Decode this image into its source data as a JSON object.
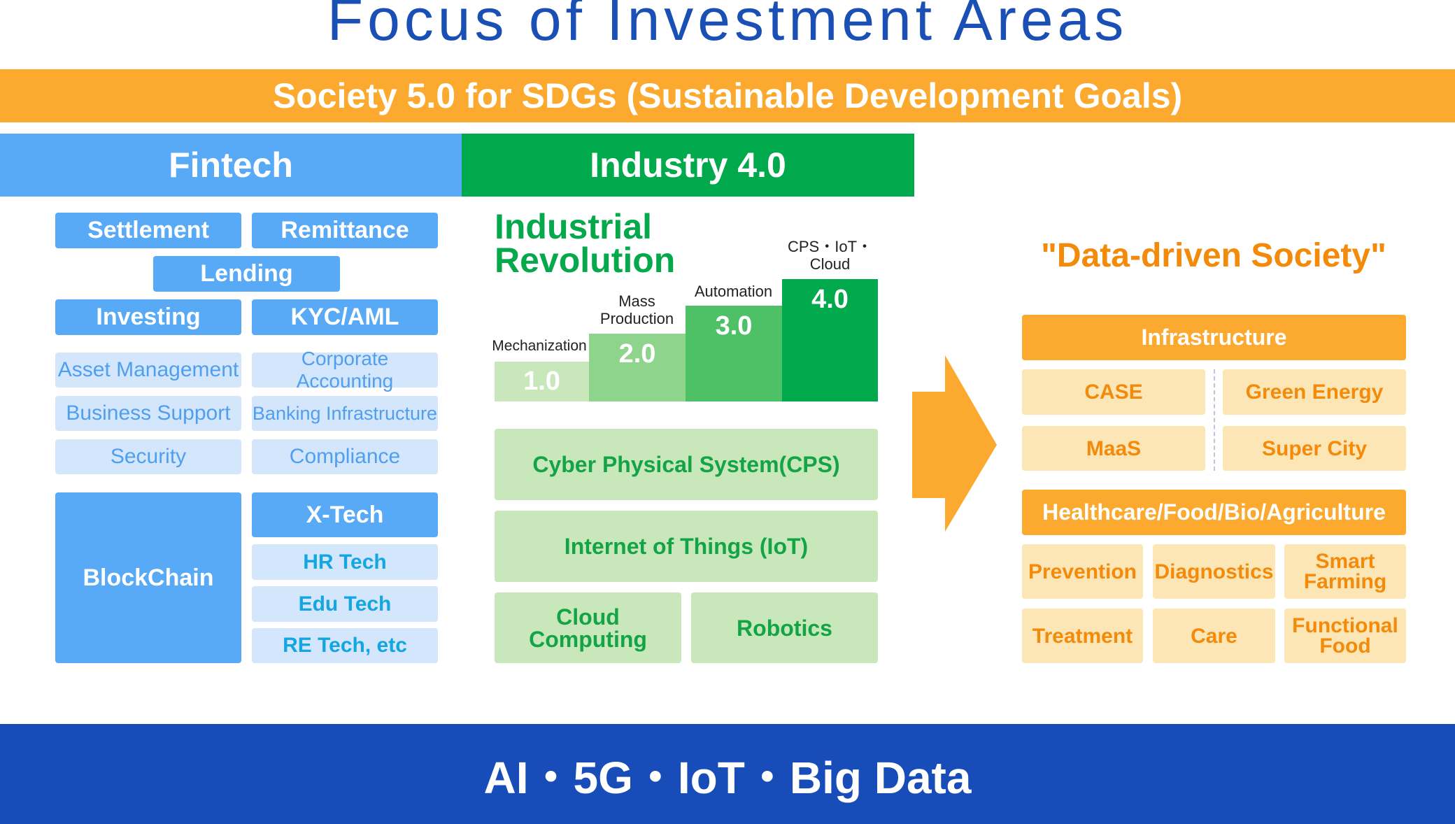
{
  "title": "Focus of Investment Areas",
  "banner": "Society 5.0 for SDGs (Sustainable Development Goals)",
  "fintech": {
    "header": "Fintech",
    "primary": [
      "Settlement",
      "Remittance",
      "Lending",
      "Investing",
      "KYC/AML"
    ],
    "secondary": [
      "Asset Management",
      "Corporate Accounting",
      "Business Support",
      "Banking Infrastructure",
      "Security",
      "Compliance"
    ],
    "blockchain": "BlockChain",
    "xtech": {
      "header": "X-Tech",
      "items": [
        "HR Tech",
        "Edu Tech",
        "RE Tech, etc"
      ]
    }
  },
  "industry": {
    "header": "Industry 4.0",
    "ir_title_line1": "Industrial",
    "ir_title_line2": "Revolution",
    "steps": [
      {
        "label": "Mechanization",
        "value": "1.0",
        "color": "#c8e8bc"
      },
      {
        "label_line1": "Mass",
        "label_line2": "Production",
        "value": "2.0",
        "color": "#8fd48d"
      },
      {
        "label": "Automation",
        "value": "3.0",
        "color": "#4ec167"
      },
      {
        "label_line1": "CPS・IoT・",
        "label_line2": "Cloud",
        "value": "4.0",
        "color": "#00a94b"
      }
    ],
    "cps": "Cyber Physical System(CPS)",
    "iot": "Internet of Things (IoT)",
    "cloud_line1": "Cloud",
    "cloud_line2": "Computing",
    "robotics": "Robotics"
  },
  "arrow_icon": "right-arrow-icon",
  "society": {
    "title": "\"Data-driven Society\"",
    "infra_header": "Infrastructure",
    "infra_items": [
      "CASE",
      "Green Energy",
      "MaaS",
      "Super City"
    ],
    "health_header": "Healthcare/Food/Bio/Agriculture",
    "health_items": [
      "Prevention",
      "Diagnostics",
      "Treatment",
      "Care"
    ],
    "smart_farming_line1": "Smart",
    "smart_farming_line2": "Farming",
    "functional_food_line1": "Functional",
    "functional_food_line2": "Food"
  },
  "bottom": "AI・5G・IoT・Big Data",
  "colors": {
    "blue": "#58aaf7",
    "green": "#00a94b",
    "orange": "#fba92f",
    "navy": "#184cb8"
  }
}
